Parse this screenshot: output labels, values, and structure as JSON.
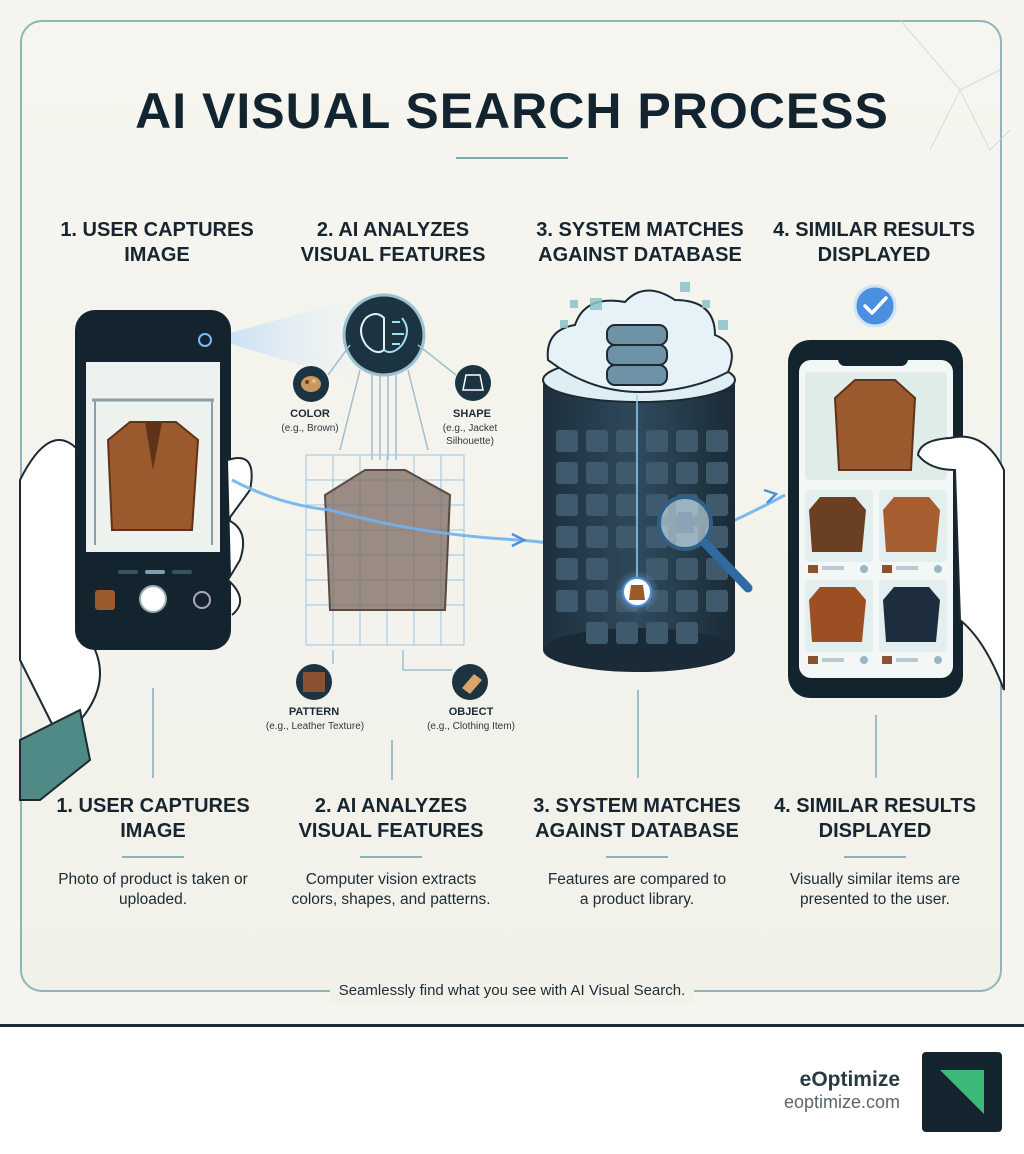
{
  "title": "AI VISUAL SEARCH PROCESS",
  "steps": [
    {
      "heading": "1. User Captures Image",
      "description": "Photo of product is taken or uploaded."
    },
    {
      "heading": "2. AI Analyzes Visual Features",
      "description": "Computer vision extracts colors, shapes, and patterns."
    },
    {
      "heading": "3. System Matches Against Database",
      "description": "Features are compared to a product library."
    },
    {
      "heading": "4. Similar Results Displayed",
      "description": "Visually similar items are presented to the user."
    }
  ],
  "features": {
    "color": {
      "label": "COLOR",
      "example": "(e.g., Brown)"
    },
    "shape": {
      "label": "SHAPE",
      "example": "(e.g., Jacket Silhouette)"
    },
    "pattern": {
      "label": "PATTERN",
      "example": "(e.g., Leather Texture)"
    },
    "object": {
      "label": "OBJECT",
      "example": "(e.g., Clothing Item)"
    }
  },
  "footer": "Seamlessly find what you see with AI Visual Search.",
  "brand": {
    "name": "eOptimize",
    "url": "eoptimize.com"
  },
  "colors": {
    "navy": "#13242f",
    "accent_blue": "#4a8fe0",
    "teal_line": "#8fb5bb",
    "jacket_brown": "#9a5a2e",
    "logo_green": "#3cb878"
  }
}
